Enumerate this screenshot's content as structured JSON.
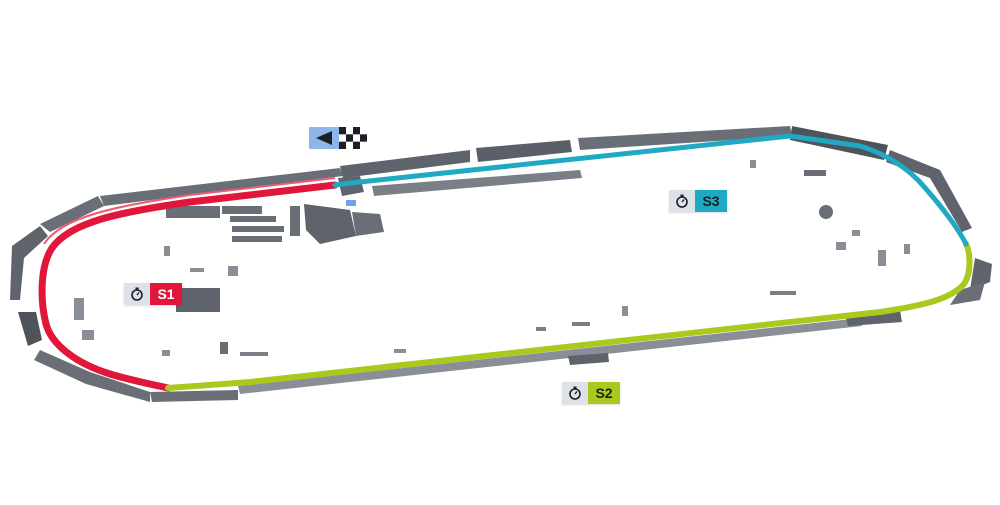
{
  "map": {
    "type": "race-track-overview",
    "colors": {
      "sector_1": "#e0173a",
      "sector_2": "#aac91f",
      "sector_3": "#20a9c2",
      "structure": "#5f636b",
      "structure_light": "#8a8f97",
      "background": "#ffffff",
      "marker_bg": "#dde2e8",
      "start_marker_bg": "#8fb6ea"
    },
    "sectors": [
      {
        "id": "s1",
        "label": "S1",
        "icon": "stopwatch-icon",
        "color": "#e0173a"
      },
      {
        "id": "s2",
        "label": "S2",
        "icon": "stopwatch-icon",
        "color": "#aac91f"
      },
      {
        "id": "s3",
        "label": "S3",
        "icon": "stopwatch-icon",
        "color": "#20a9c2"
      }
    ],
    "start_finish": {
      "icons": [
        "direction-arrow-icon",
        "checkered-flag-icon"
      ]
    }
  }
}
